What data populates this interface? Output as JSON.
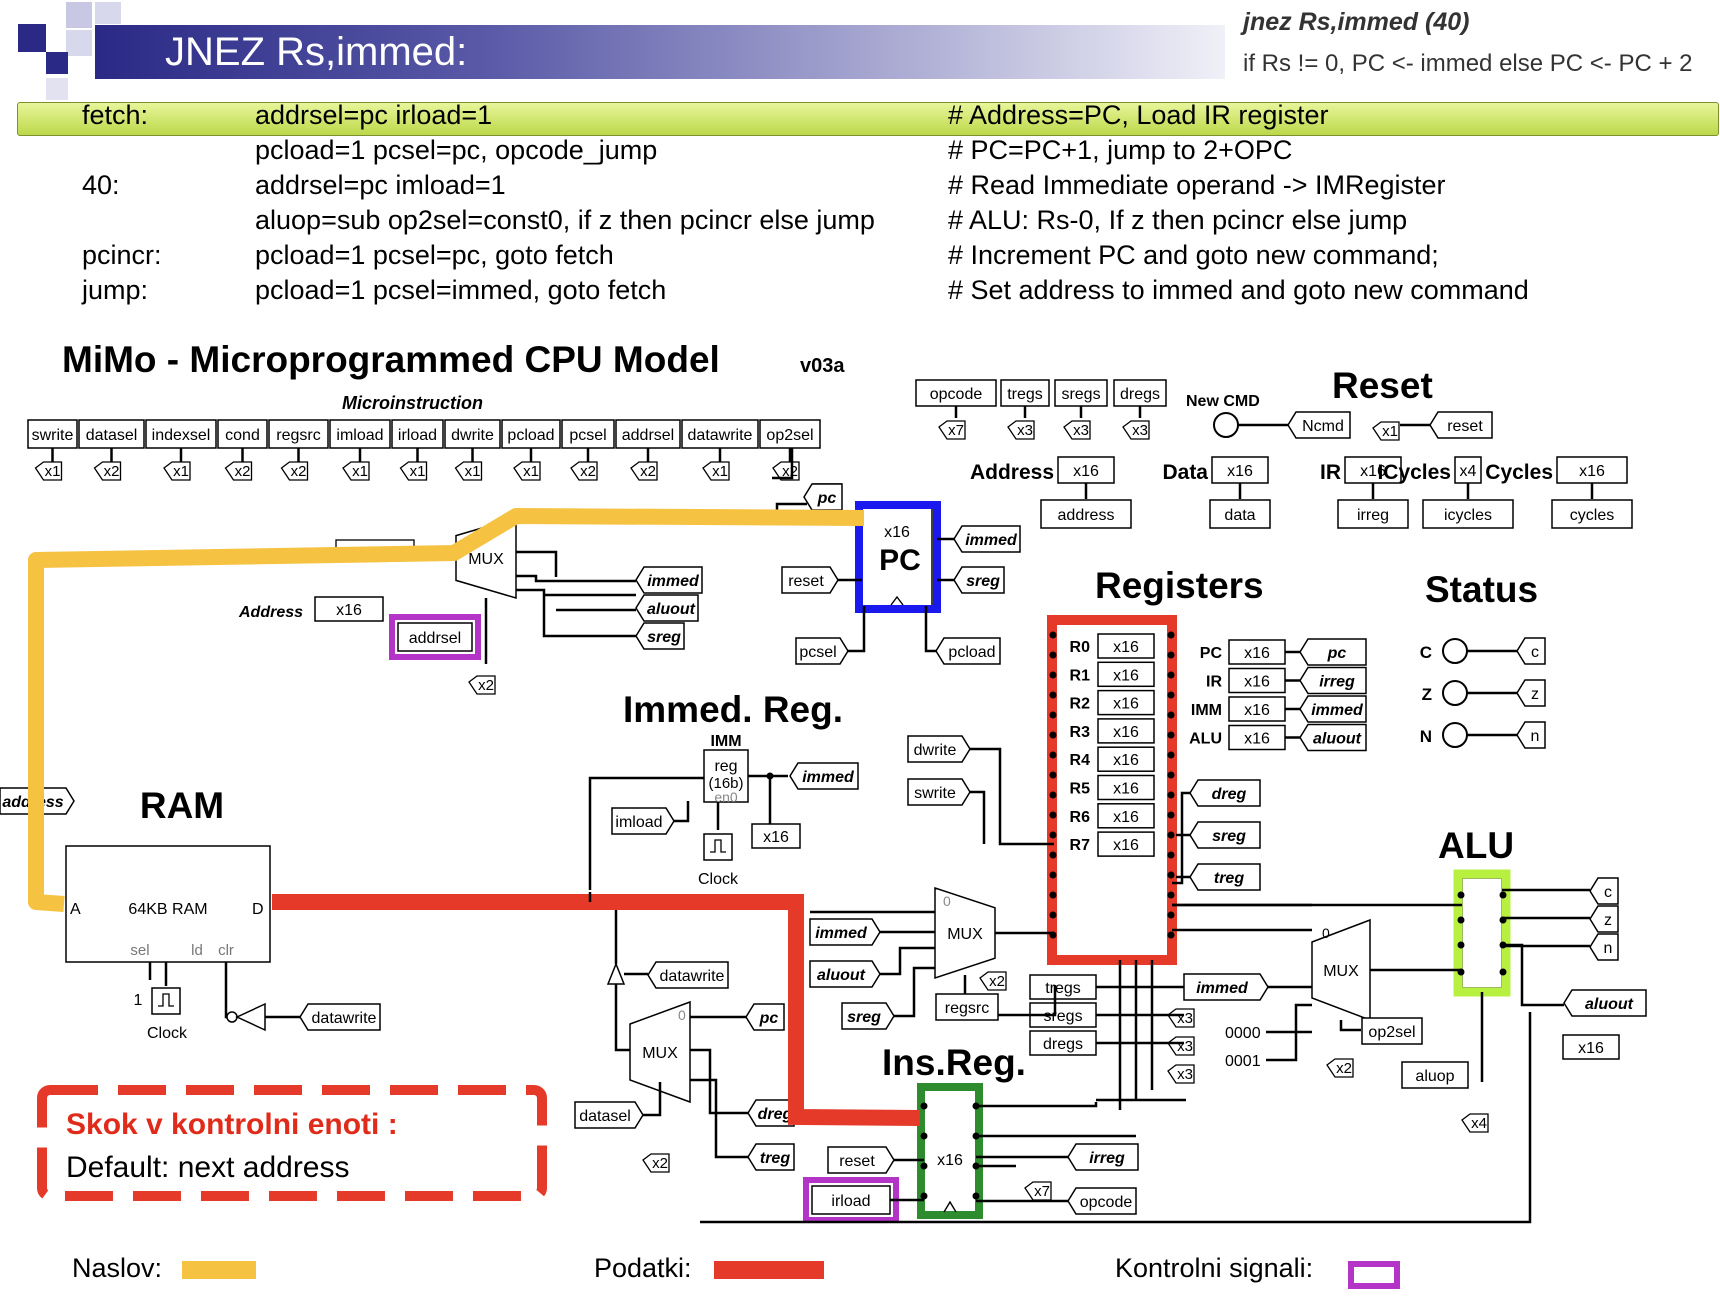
{
  "slide": {
    "title": "JNEZ Rs,immed:",
    "header_right": {
      "line1": "jnez Rs,immed (40)",
      "line2": "if Rs != 0, PC <- immed else  PC <- PC + 2"
    }
  },
  "microcode": [
    {
      "label": "fetch:",
      "code": "addrsel=pc irload=1",
      "comment": "# Address=PC, Load IR register"
    },
    {
      "label": "",
      "code": "pcload=1  pcsel=pc, opcode_jump",
      "comment": "# PC=PC+1, jump to 2+OPC"
    },
    {
      "label": "40:",
      "code": "addrsel=pc  imload=1",
      "comment": "# Read Immediate operand -> IMRegister"
    },
    {
      "label": "",
      "code": "aluop=sub  op2sel=const0, if z then pcincr else jump",
      "comment": "# ALU: Rs-0, If z then pcincr else jump"
    },
    {
      "label": "pcincr:",
      "code": "pcload=1  pcsel=pc, goto fetch",
      "comment": "# Increment PC and goto new command;"
    },
    {
      "label": "jump:",
      "code": "pcload=1  pcsel=immed, goto fetch",
      "comment": "# Set address to immed and goto new command"
    }
  ],
  "cpu": {
    "title": "MiMo - Microprogrammed CPU Model",
    "version": "v03a",
    "microinstruction_label": "Microinstruction",
    "fields": [
      {
        "name": "swrite",
        "width": "x1"
      },
      {
        "name": "datasel",
        "width": "x2"
      },
      {
        "name": "indexsel",
        "width": "x1"
      },
      {
        "name": "cond",
        "width": "x2"
      },
      {
        "name": "regsrc",
        "width": "x2"
      },
      {
        "name": "imload",
        "width": "x1"
      },
      {
        "name": "irload",
        "width": "x1"
      },
      {
        "name": "dwrite",
        "width": "x1"
      },
      {
        "name": "pcload",
        "width": "x1"
      },
      {
        "name": "pcsel",
        "width": "x2"
      },
      {
        "name": "addrsel",
        "width": "x2"
      },
      {
        "name": "datawrite",
        "width": "x1"
      },
      {
        "name": "op2sel",
        "width": "x2"
      }
    ],
    "info_tags": [
      {
        "name": "opcode",
        "width": "x7"
      },
      {
        "name": "tregs",
        "width": "x3"
      },
      {
        "name": "sregs",
        "width": "x3"
      },
      {
        "name": "dregs",
        "width": "x3"
      }
    ],
    "reset": {
      "title": "Reset",
      "new_cmd": "New CMD",
      "ncmd": "Ncmd",
      "x1": "x1",
      "reset": "reset"
    },
    "probes": [
      {
        "label": "Address",
        "width": "x16",
        "tag": "address"
      },
      {
        "label": "Data",
        "width": "x16",
        "tag": "data"
      },
      {
        "label": "IR",
        "width": "x16",
        "tag": "irreg"
      },
      {
        "label": "ICycles",
        "width": "x4",
        "tag": "icycles"
      },
      {
        "label": "Cycles",
        "width": "x16",
        "tag": "cycles"
      }
    ],
    "registers_title": "Registers",
    "registers": [
      "R0",
      "R1",
      "R2",
      "R3",
      "R4",
      "R5",
      "R6",
      "R7"
    ],
    "reg_width": "x16",
    "special_regs": [
      {
        "label": "PC",
        "tag": "pc"
      },
      {
        "label": "IR",
        "tag": "irreg"
      },
      {
        "label": "IMM",
        "tag": "immed"
      },
      {
        "label": "ALU",
        "tag": "aluout"
      }
    ],
    "status": {
      "title": "Status",
      "flags": [
        {
          "name": "C",
          "tag": "c"
        },
        {
          "name": "Z",
          "tag": "z"
        },
        {
          "name": "N",
          "tag": "n"
        }
      ]
    },
    "alu": {
      "title": "ALU",
      "outputs": [
        "c",
        "z",
        "n"
      ],
      "aluout": "aluout",
      "x16": "x16",
      "aluop": "aluop",
      "x4": "x4",
      "op2sel": "op2sel",
      "x2": "x2",
      "const0": "0000",
      "const1": "0001",
      "mux": "MUX",
      "in0": "0",
      "dreg": "dreg",
      "sreg": "sreg",
      "treg": "treg",
      "immed": "immed"
    },
    "pc": {
      "title": "PC",
      "x16": "x16",
      "pc_tag": "pc",
      "immed": "immed",
      "sreg": "sreg",
      "reset": "reset",
      "pcsel": "pcsel",
      "pcload": "pcload"
    },
    "addr_mux": {
      "mux": "MUX",
      "address_label": "Address",
      "x16": "x16",
      "addrsel": "addrsel",
      "x2": "x2",
      "immed": "immed",
      "aluout": "aluout",
      "sreg": "sreg"
    },
    "immreg": {
      "title": "Immed. Reg.",
      "imm": "IMM",
      "reg": "reg",
      "bits": "(16b)",
      "en": "en0",
      "imload": "imload",
      "immed": "immed",
      "x16": "x16",
      "clock": "Clock"
    },
    "ram": {
      "title": "RAM",
      "label": "64KB RAM",
      "a": "A",
      "d": "D",
      "sel": "sel",
      "ld": "ld",
      "clr": "clr",
      "one": "1",
      "clock": "Clock",
      "address_tag": "address",
      "datawrite": "datawrite"
    },
    "data_mux": {
      "mux": "MUX",
      "in0": "0",
      "datawrite": "datawrite",
      "datasel": "datasel",
      "x2": "x2",
      "pc": "pc",
      "dreg": "dreg",
      "treg": "treg"
    },
    "reg_mux": {
      "mux": "MUX",
      "in0": "0",
      "immed": "immed",
      "aluout": "aluout",
      "sreg": "sreg",
      "regsrc": "regsrc",
      "x2": "x2",
      "dwrite": "dwrite",
      "swrite": "swrite"
    },
    "insreg": {
      "title": "Ins.Reg.",
      "x16": "x16",
      "reset": "reset",
      "irload": "irload",
      "irreg": "irreg",
      "opcode": "opcode",
      "x7": "x7",
      "tregs": "tregs",
      "sregs": "sregs",
      "dregs": "dregs",
      "x3": "x3"
    }
  },
  "note": {
    "title": "Skok v kontrolni enoti :",
    "text": "Default: next address"
  },
  "legend": [
    {
      "label": "Naslov:",
      "color": "#f5c242"
    },
    {
      "label": "Podatki:",
      "color": "#e53a2a"
    },
    {
      "label": "Kontrolni signali:",
      "color": "#b434c8"
    }
  ],
  "colors": {
    "address_bus": "#f5c242",
    "data_bus": "#e53a2a",
    "control": "#b434c8",
    "pc_box": "#1a1aee",
    "insreg_box": "#2e8b2e",
    "alu_box": "#b8f040",
    "note_border": "#e53a2a"
  }
}
